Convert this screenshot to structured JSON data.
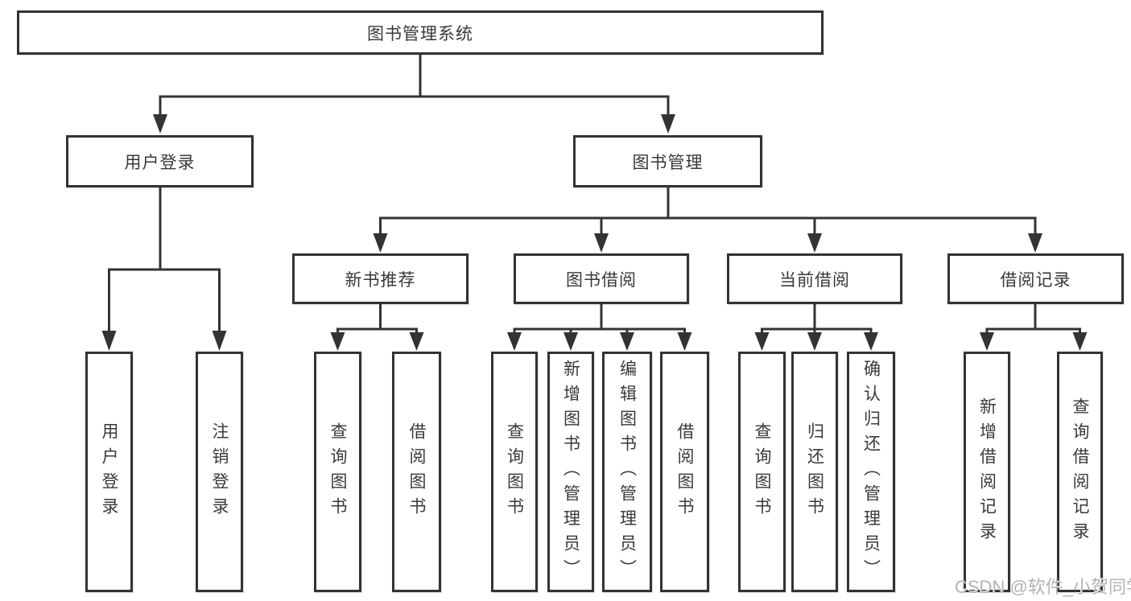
{
  "tree": {
    "root": {
      "label": "图书管理系统"
    },
    "user_login": {
      "label": "用户登录",
      "children": {
        "login": {
          "label": "用户登录"
        },
        "logout": {
          "label": "注销登录"
        }
      }
    },
    "book_mgmt": {
      "label": "图书管理",
      "children": {
        "new_books": {
          "label": "新书推荐",
          "children": {
            "query": {
              "label": "查询图书"
            },
            "borrow": {
              "label": "借阅图书"
            }
          }
        },
        "book_borrow": {
          "label": "图书借阅",
          "children": {
            "query": {
              "label": "查询图书"
            },
            "add": {
              "label": "新增图书（管理员）"
            },
            "edit": {
              "label": "编辑图书（管理员）"
            },
            "borrow": {
              "label": "借阅图书"
            }
          }
        },
        "current_borrow": {
          "label": "当前借阅",
          "children": {
            "query": {
              "label": "查询图书"
            },
            "return": {
              "label": "归还图书"
            },
            "confirm": {
              "label": "确认归还（管理员）"
            }
          }
        },
        "borrow_records": {
          "label": "借阅记录",
          "children": {
            "add": {
              "label": "新增借阅记录"
            },
            "query": {
              "label": "查询借阅记录"
            }
          }
        }
      }
    }
  },
  "watermark": {
    "text": "CSDN @软件_小贺同学"
  },
  "colors": {
    "line": "#333333",
    "box_border": "#333333",
    "text": "#3a3a3a",
    "watermark": "#b3b3b3",
    "background": "#ffffff"
  }
}
